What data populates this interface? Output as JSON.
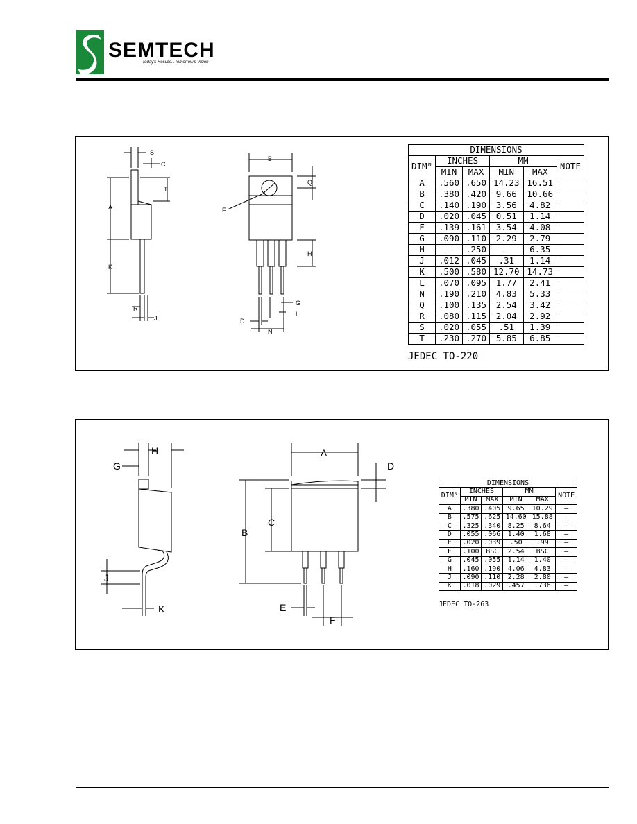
{
  "header": {
    "brand": "SEMTECH",
    "tagline": "Today's Results...Tomorrow's Vision"
  },
  "to220": {
    "table": {
      "title": "DIMENSIONS",
      "inches": "INCHES",
      "mm": "MM",
      "dim": "DIMᴺ",
      "note": "NOTE",
      "min": "MIN",
      "max": "MAX",
      "rows": [
        [
          "A",
          ".560",
          ".650",
          "14.23",
          "16.51",
          ""
        ],
        [
          "B",
          ".380",
          ".420",
          "9.66",
          "10.66",
          ""
        ],
        [
          "C",
          ".140",
          ".190",
          "3.56",
          "4.82",
          ""
        ],
        [
          "D",
          ".020",
          ".045",
          "0.51",
          "1.14",
          ""
        ],
        [
          "F",
          ".139",
          ".161",
          "3.54",
          "4.08",
          ""
        ],
        [
          "G",
          ".090",
          ".110",
          "2.29",
          "2.79",
          ""
        ],
        [
          "H",
          "—",
          ".250",
          "—",
          "6.35",
          ""
        ],
        [
          "J",
          ".012",
          ".045",
          ".31",
          "1.14",
          ""
        ],
        [
          "K",
          ".500",
          ".580",
          "12.70",
          "14.73",
          ""
        ],
        [
          "L",
          ".070",
          ".095",
          "1.77",
          "2.41",
          ""
        ],
        [
          "N",
          ".190",
          ".210",
          "4.83",
          "5.33",
          ""
        ],
        [
          "Q",
          ".100",
          ".135",
          "2.54",
          "3.42",
          ""
        ],
        [
          "R",
          ".080",
          ".115",
          "2.04",
          "2.92",
          ""
        ],
        [
          "S",
          ".020",
          ".055",
          ".51",
          "1.39",
          ""
        ],
        [
          "T",
          ".230",
          ".270",
          "5.85",
          "6.85",
          ""
        ]
      ]
    },
    "jedec": "JEDEC TO-220",
    "labels": {
      "S": "S",
      "C": "C",
      "T": "T",
      "A": "A",
      "K": "K",
      "R": "R",
      "J": "J",
      "B": "B",
      "Q": "Q",
      "F": "F",
      "H": "H",
      "G": "G",
      "L": "L",
      "D": "D",
      "N": "N"
    }
  },
  "to263": {
    "table": {
      "title": "DIMENSIONS",
      "inches": "INCHES",
      "mm": "MM",
      "dim": "DIMᴺ",
      "note": "NOTE",
      "min": "MIN",
      "max": "MAX",
      "rows": [
        [
          "A",
          ".380",
          ".405",
          "9.65",
          "10.29",
          "—"
        ],
        [
          "B",
          ".575",
          ".625",
          "14.60",
          "15.88",
          "—"
        ],
        [
          "C",
          ".325",
          ".340",
          "8.25",
          "8.64",
          "—"
        ],
        [
          "D",
          ".055",
          ".066",
          "1.40",
          "1.68",
          "—"
        ],
        [
          "E",
          ".020",
          ".039",
          ".50",
          ".99",
          "—"
        ],
        [
          "F",
          ".100",
          "BSC",
          "2.54",
          "BSC",
          "—"
        ],
        [
          "G",
          ".045",
          ".055",
          "1.14",
          "1.40",
          "—"
        ],
        [
          "H",
          ".160",
          ".190",
          "4.06",
          "4.83",
          "—"
        ],
        [
          "J",
          ".090",
          ".110",
          "2.28",
          "2.80",
          "—"
        ],
        [
          "K",
          ".018",
          ".029",
          ".457",
          ".736",
          "—"
        ]
      ]
    },
    "jedec": "JEDEC TO-263",
    "labels": {
      "G": "G",
      "H": "H",
      "J": "J",
      "K": "K",
      "A": "A",
      "B": "B",
      "C": "C",
      "D": "D",
      "E": "E",
      "F": "F"
    }
  }
}
